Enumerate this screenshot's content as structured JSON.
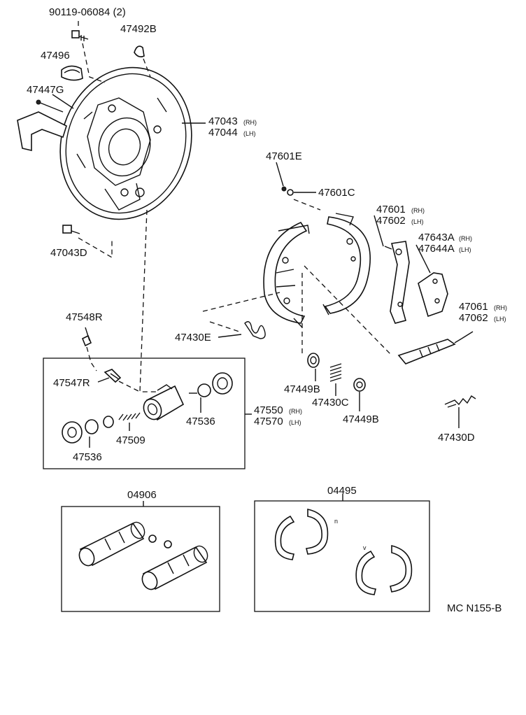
{
  "parts": {
    "bolt_90119": "90119-06084 (2)",
    "p47492B": "47492B",
    "p47496": "47496",
    "p47447G": "47447G",
    "p47043": "47043",
    "p47044": "47044",
    "p47043D": "47043D",
    "p47601E": "47601E",
    "p47601C": "47601C",
    "p47601": "47601",
    "p47602": "47602",
    "p47643A": "47643A",
    "p47644A": "47644A",
    "p47061": "47061",
    "p47062": "47062",
    "p47548R": "47548R",
    "p47430E": "47430E",
    "p47547R": "47547R",
    "p47536a": "47536",
    "p47536b": "47536",
    "p47509": "47509",
    "p47550": "47550",
    "p47570": "47570",
    "p47449Ba": "47449B",
    "p47430C": "47430C",
    "p47449Bb": "47449B",
    "p47430D": "47430D",
    "kit04906": "04906",
    "kit04495": "04495"
  },
  "side": {
    "rh": "(RH)",
    "lh": "(LH)"
  },
  "marks": {
    "n": "n",
    "v": "v"
  },
  "diagram_code": "MC N155-B"
}
